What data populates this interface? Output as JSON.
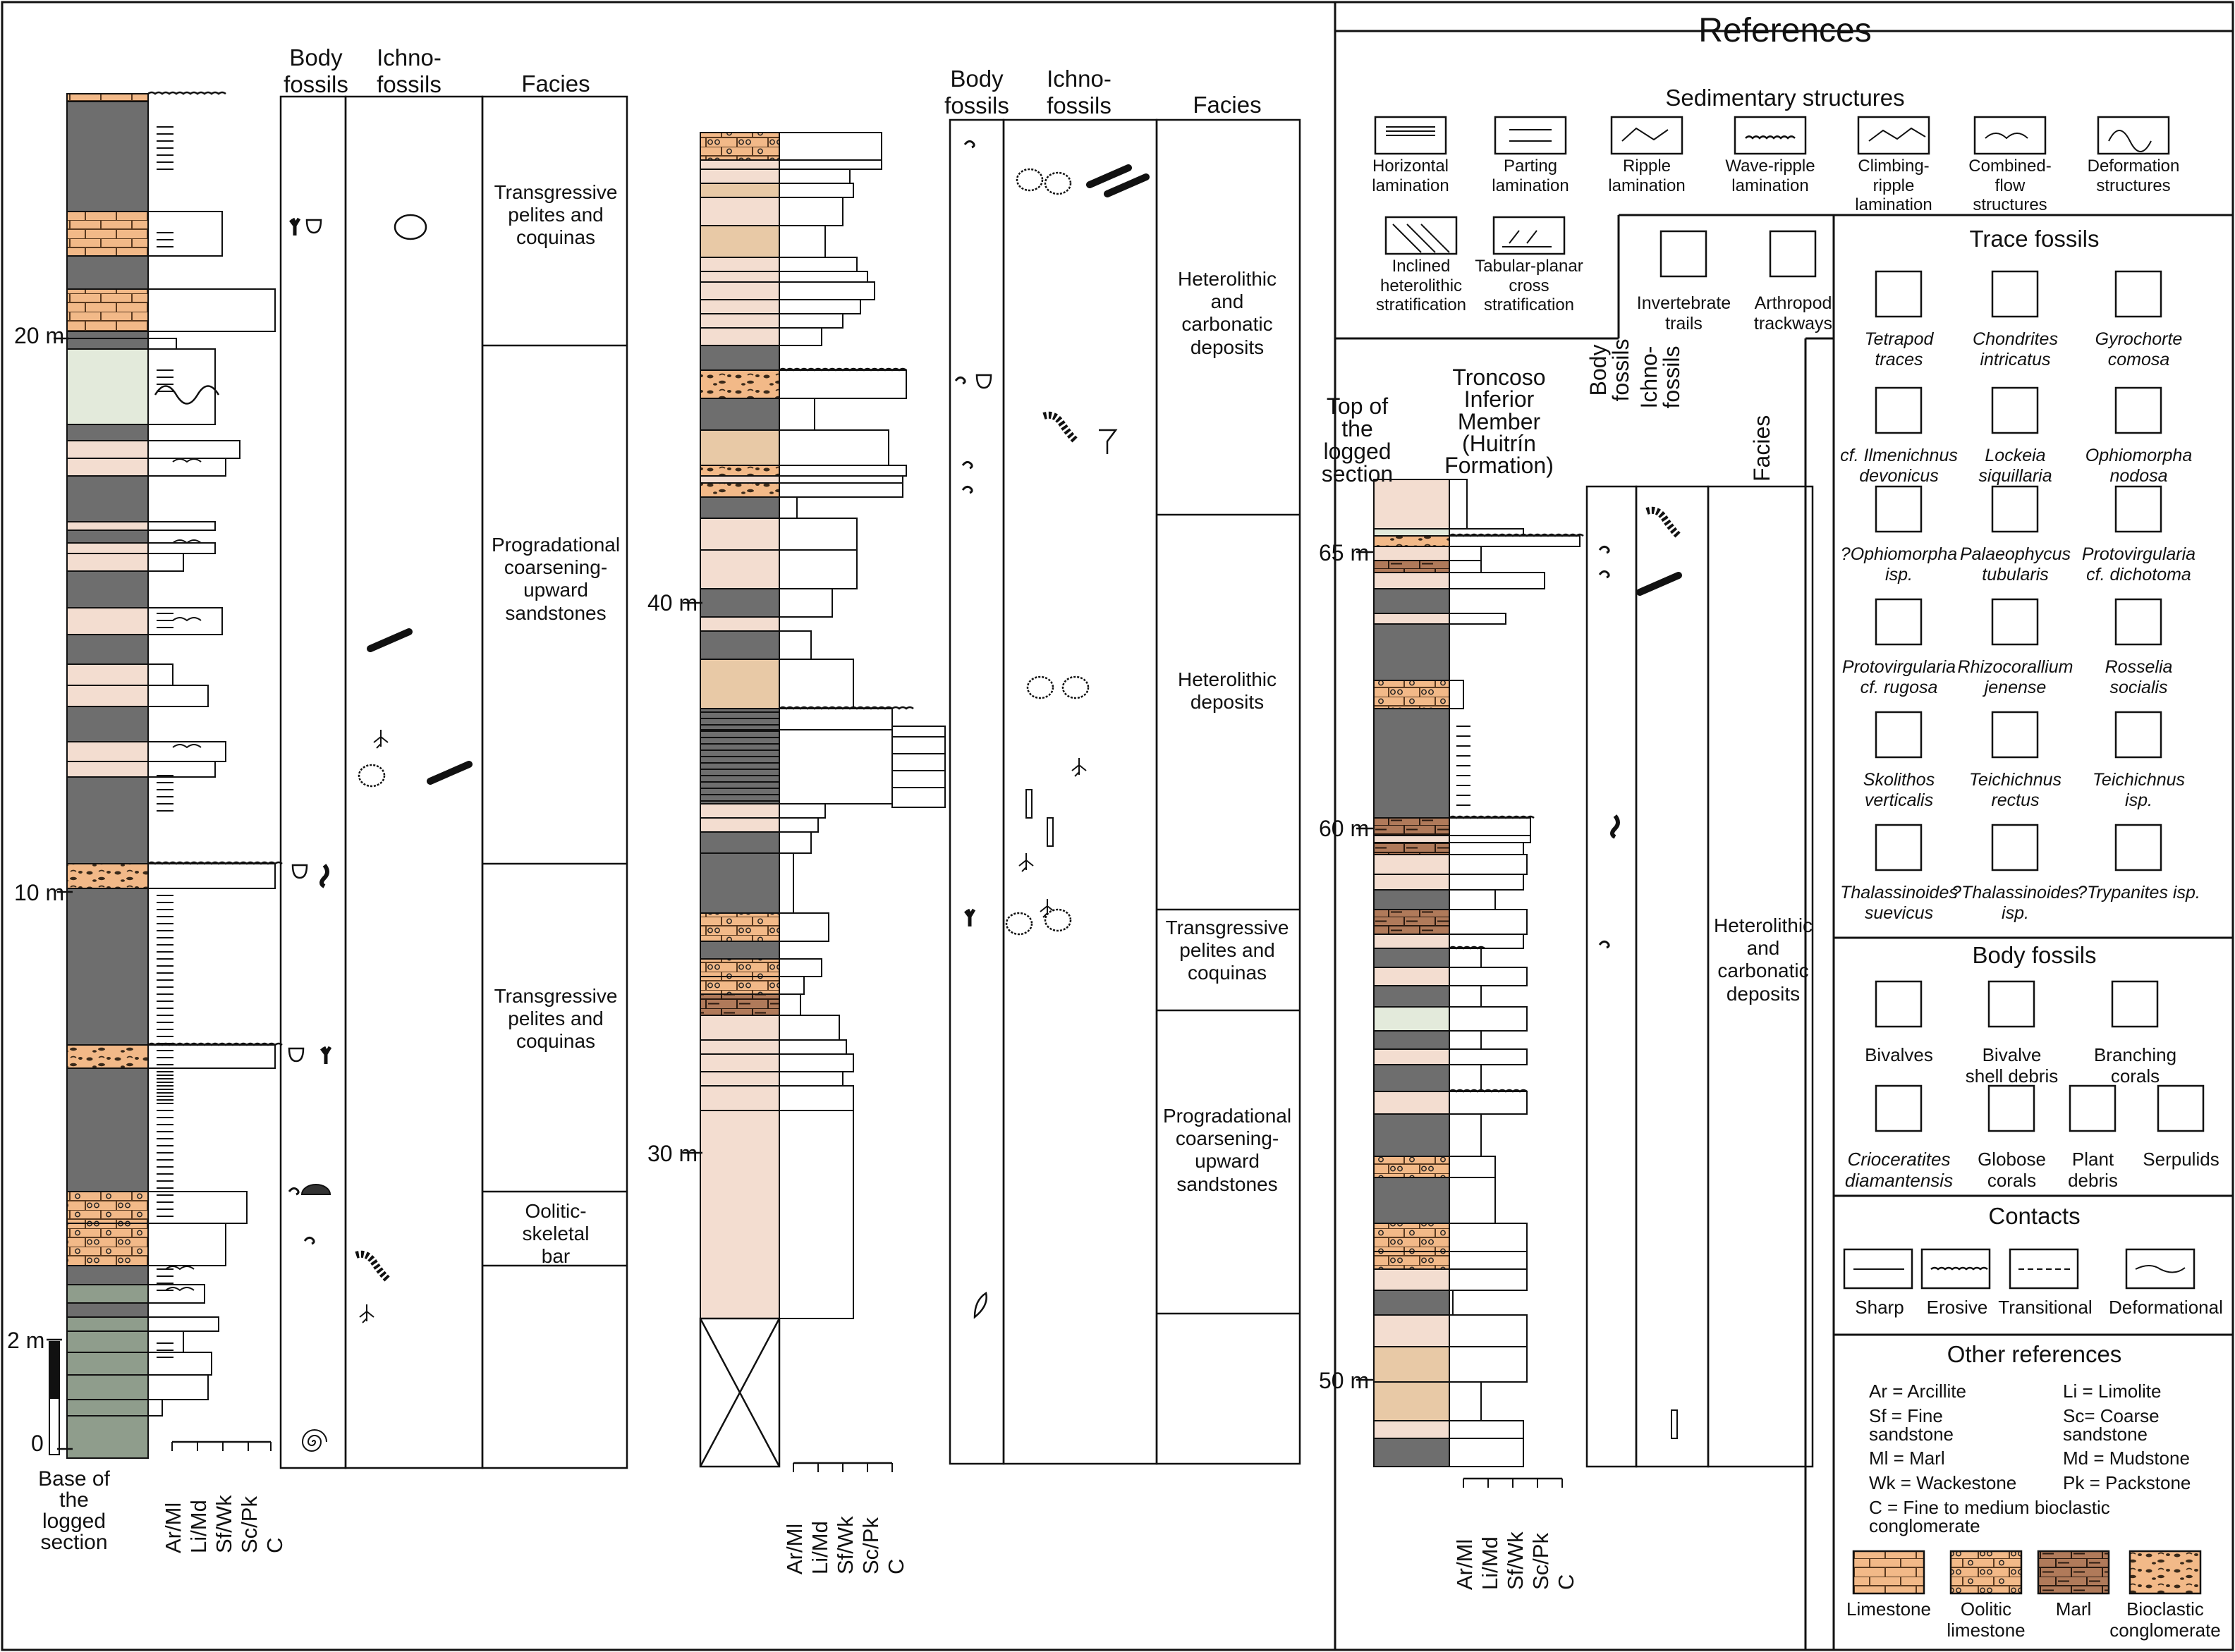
{
  "sections": {
    "col_headers": {
      "body_fossils": "Body\nfossils",
      "ichnofossils": "Ichno-\nfossils",
      "facies": "Facies"
    },
    "grain_axis": [
      "Ar/Ml",
      "Li/Md",
      "Sf/Wk",
      "Sc/Pk",
      "C"
    ],
    "base_label": "Base of\nthe\nlogged\nsection",
    "top_label": "Top of\nthe\nlogged\nsection",
    "member_label": "Troncoso\nInferior\nMember\n(Huitrín\nFormation)",
    "scale_ticks": {
      "s1_top": "20 m",
      "s1_mid": "10 m",
      "s1_2": "2 m",
      "s1_0": "0",
      "s2_40": "40 m",
      "s2_30": "30 m",
      "s3_65": "65 m",
      "s3_60": "60 m",
      "s3_50": "50 m"
    },
    "facies_s1": [
      "Transgressive\npelites and\ncoquinas",
      "Progradational\ncoarsening-\nupward\nsandstones",
      "Transgressive\npelites and\ncoquinas",
      "Oolitic-\nskeletal\nbar"
    ],
    "facies_s2": [
      "Heterolithic\nand\ncarbonatic\ndeposits",
      "Heterolithic\ndeposits",
      "Transgressive\npelites and\ncoquinas",
      "Progradational\ncoarsening-\nupward\nsandstones"
    ],
    "facies_s3": [
      "Heterolithic\nand\ncarbonatic\ndeposits"
    ]
  },
  "references": {
    "title": "References",
    "sedimentary_title": "Sedimentary structures",
    "sedimentary": [
      "Horizontal\nlamination",
      "Parting\nlamination",
      "Ripple\nlamination",
      "Wave-ripple\nlamination",
      "Climbing-\nripple\nlamination",
      "Combined-\nflow\nstructures",
      "Deformation\nstructures",
      "Inclined\nheterolithic\nstratification",
      "Tabular-planar\ncross\nstratification"
    ],
    "trace_title": "Trace fossils",
    "trace_left": [
      "Invertebrate\ntrails",
      "Arthropod\ntrackways"
    ],
    "trace": [
      "Tetrapod\ntraces",
      "Chondrites\nintricatus",
      "Gyrochorte\ncomosa",
      "cf. Ilmenichnus\ndevonicus",
      "Lockeia\nsiquillaria",
      "Ophiomorpha\nnodosa",
      "?Ophiomorpha\nisp.",
      "Palaeophycus\ntubularis",
      "Protovirgularia\ncf. dichotoma",
      "Protovirgularia\ncf. rugosa",
      "Rhizocorallium\njenense",
      "Rosselia\nsocialis",
      "Skolithos\nverticalis",
      "Teichichnus\nrectus",
      "Teichichnus\nisp.",
      "Thalassinoides\nsuevicus",
      "?Thalassinoides\nisp.",
      "?Trypanites isp."
    ],
    "body_title": "Body fossils",
    "body": [
      "Bivalves",
      "Bivalve\nshell debris",
      "Branching\ncorals",
      "Crioceratites\ndiamantensis",
      "Globose\ncorals",
      "Plant\ndebris",
      "Serpulids"
    ],
    "contacts_title": "Contacts",
    "contacts": [
      "Sharp",
      "Erosive",
      "Transitional",
      "Deformational"
    ],
    "other_title": "Other references",
    "other": [
      "Ar = Arcillite",
      "Li = Limolite",
      "Sf = Fine\nsandstone",
      "Sc= Coarse\nsandstone",
      "Ml = Marl",
      "Md = Mudstone",
      "Wk = Wackestone",
      "Pk = Packstone",
      "C = Fine to medium bioclastic\nconglomerate"
    ],
    "lithologies": [
      "Limestone",
      "Oolitic\nlimestone",
      "Marl",
      "Bioclastic\nconglomerate"
    ]
  },
  "colors": {
    "mudstone": "#6e6e6e",
    "limestone": "#f2b988",
    "sand": "#f3ddd0",
    "pale_green": "#e3eadb",
    "greenish": "#8f9d8c",
    "marl": "#b07a5a",
    "tan": "#e8c9a6"
  }
}
